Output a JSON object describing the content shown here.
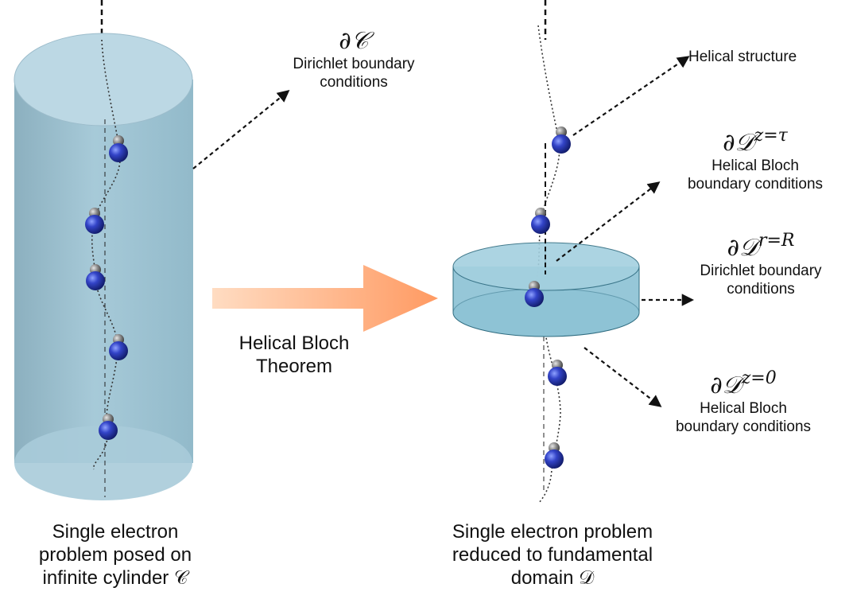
{
  "labels": {
    "cyl_boundary_symbol": "∂𝒞",
    "cyl_boundary_desc": [
      "Dirichlet boundary",
      "conditions"
    ],
    "helical_structure": "Helical structure",
    "top_symbol": "∂𝒟",
    "top_sup": "z=τ",
    "top_desc": [
      "Helical Bloch",
      "boundary conditions"
    ],
    "side_symbol": "∂𝒟",
    "side_sup": "r=R",
    "side_desc": [
      "Dirichlet boundary",
      "conditions"
    ],
    "bottom_symbol": "∂𝒟",
    "bottom_sup": "z=0",
    "bottom_desc": [
      "Helical Bloch",
      "boundary conditions"
    ],
    "theorem": [
      "Helical Bloch",
      "Theorem"
    ],
    "left_caption": [
      "Single electron",
      "problem posed on",
      "infinite cylinder 𝒞"
    ],
    "right_caption": [
      "Single electron problem",
      "reduced to fundamental",
      "domain  𝒟"
    ]
  },
  "colors": {
    "cylinder_fill": "#8fb8c9",
    "cylinder_cap": "#b4d3e0",
    "disk_fill": "#8cc1d4",
    "atom_blue": "#2233aa",
    "atom_gray": "#8a8a8a",
    "arrow_gradient_start": "#ffd6b8",
    "arrow_gradient_end": "#ff9f6a",
    "chain": "#333333"
  },
  "icons": {
    "atom": "sphere-icon",
    "big_arrow": "transform-arrow-icon"
  }
}
